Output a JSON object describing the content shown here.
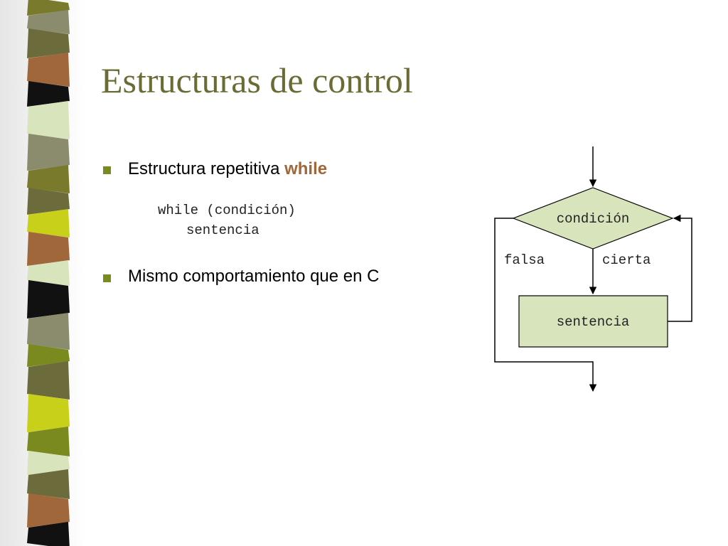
{
  "slide": {
    "title": "Estructuras de control",
    "bullets": [
      {
        "text": "Estructura repetitiva ",
        "keyword": "while"
      },
      {
        "text": "Mismo comportamiento que en C"
      }
    ],
    "code_lines": [
      "while (condición)",
      "sentencia"
    ]
  },
  "flowchart": {
    "condition_label": "condición",
    "false_label": "falsa",
    "true_label": "cierta",
    "statement_label": "sentencia"
  },
  "colors": {
    "title": "#6b6b35",
    "bullet": "#7a8a1e",
    "keyword": "#a0683a",
    "shape_fill": "#d8e4bc"
  }
}
